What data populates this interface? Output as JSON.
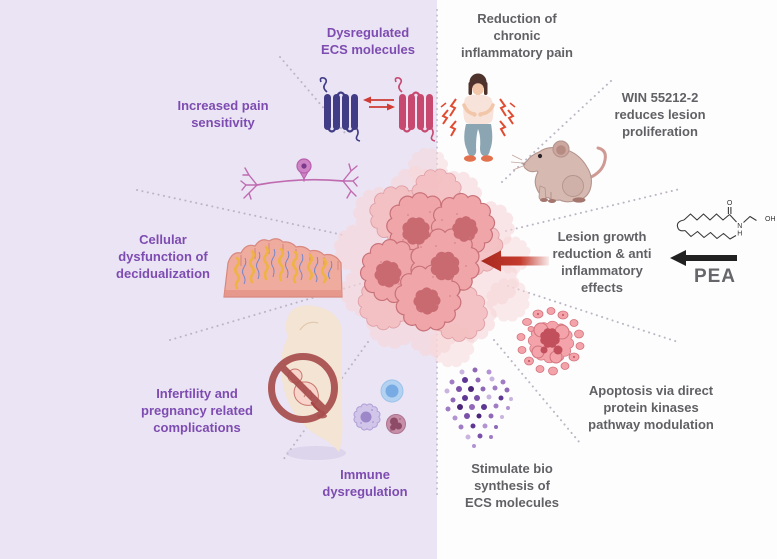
{
  "panels": {
    "left": {
      "background_color": "#eae4f4",
      "text_color": "#7e4cb1",
      "labels": {
        "dysregulated_ecs": "Dysregulated\nECS molecules",
        "increased_pain": "Increased pain\nsensitivity",
        "cellular_dysfunction": "Cellular\ndysfunction of\ndecidualization",
        "infertility": "Infertility and\npregnancy related\ncomplications",
        "immune_dysregulation": "Immune\ndysregulation"
      }
    },
    "right": {
      "background_color": "#fdfdfe",
      "text_color": "#616165",
      "labels": {
        "reduction_pain": "Reduction of\nchronic\ninflammatory pain",
        "win_55212": "WIN 55212-2\nreduces lesion\nproliferation",
        "lesion_growth": "Lesion growth\nreduction & anti\ninflammatory\neffects",
        "apoptosis": "Apoptosis via direct\nprotein kinases\npathway modulation",
        "stimulate_biosynthesis": "Stimulate bio\nsynthesis of\nECS molecules"
      }
    }
  },
  "molecule": {
    "name": "PEA",
    "atoms": {
      "oxygen": "O",
      "nitrogen": "N",
      "hydrogen": "H",
      "hydroxyl": "OH"
    }
  },
  "icons": {
    "cb1_receptor": "gpcr-seven-transmembrane-receptor-purple",
    "cb2_receptor": "gpcr-seven-transmembrane-receptor-pink",
    "center": "endometriotic-lesion-cell-cluster"
  },
  "colors": {
    "receptor_purple": "#413c86",
    "receptor_pink": "#c74970",
    "equilibrium_arrow_red": "#cf3b35",
    "lesion_arrow_red": "#c43a2c",
    "cell_fill": "#f0a6a9",
    "cell_nucleus": "#c96a71",
    "dashed_line": "#bcb6c4",
    "prohibition_red": "#a84f4f"
  }
}
